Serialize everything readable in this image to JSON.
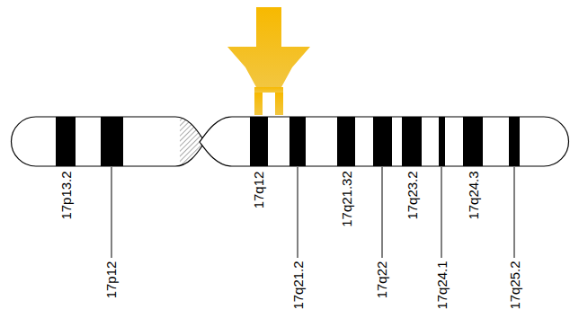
{
  "diagram": {
    "labels": [
      "17p13.2",
      "17p12",
      "17q12",
      "17q21.2",
      "17q21.32",
      "17q22",
      "17q23.2",
      "17q24.1",
      "17q24.3",
      "17q25.2"
    ]
  }
}
